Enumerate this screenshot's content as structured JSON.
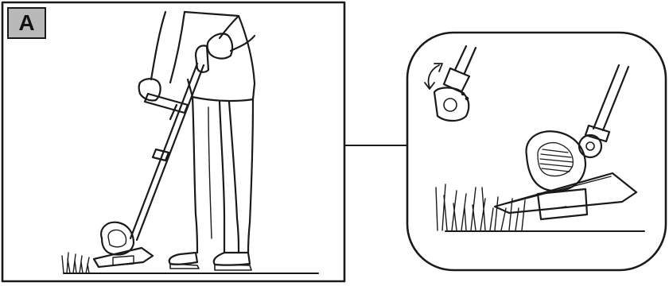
{
  "figure": {
    "panel_label": "A",
    "colors": {
      "stroke": "#1a1a1a",
      "label_fill": "#b9b9b9",
      "background": "#ffffff"
    },
    "panels": [
      {
        "name": "overview",
        "depicts": "person-holding-string-trimmer"
      },
      {
        "name": "detail",
        "depicts": "trimmer-head-cutting-grass",
        "inset": "head-angle-adjustment-with-rotation-arrow"
      }
    ]
  }
}
